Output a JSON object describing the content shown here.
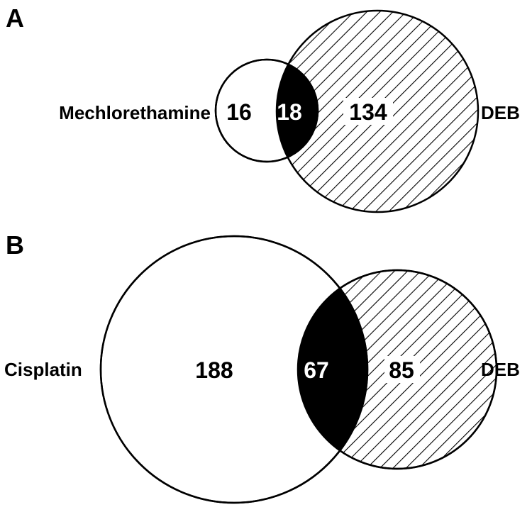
{
  "panels": [
    {
      "letter": "A",
      "left_set": "Mechlorethamine",
      "right_set": "DEB",
      "left_only": "16",
      "overlap": "18",
      "right_only": "134"
    },
    {
      "letter": "B",
      "left_set": "Cisplatin",
      "right_set": "DEB",
      "left_only": "188",
      "overlap": "67",
      "right_only": "85"
    }
  ],
  "colors": {
    "overlap_fill": "#000000",
    "hatch": "#000000",
    "background": "#ffffff"
  }
}
